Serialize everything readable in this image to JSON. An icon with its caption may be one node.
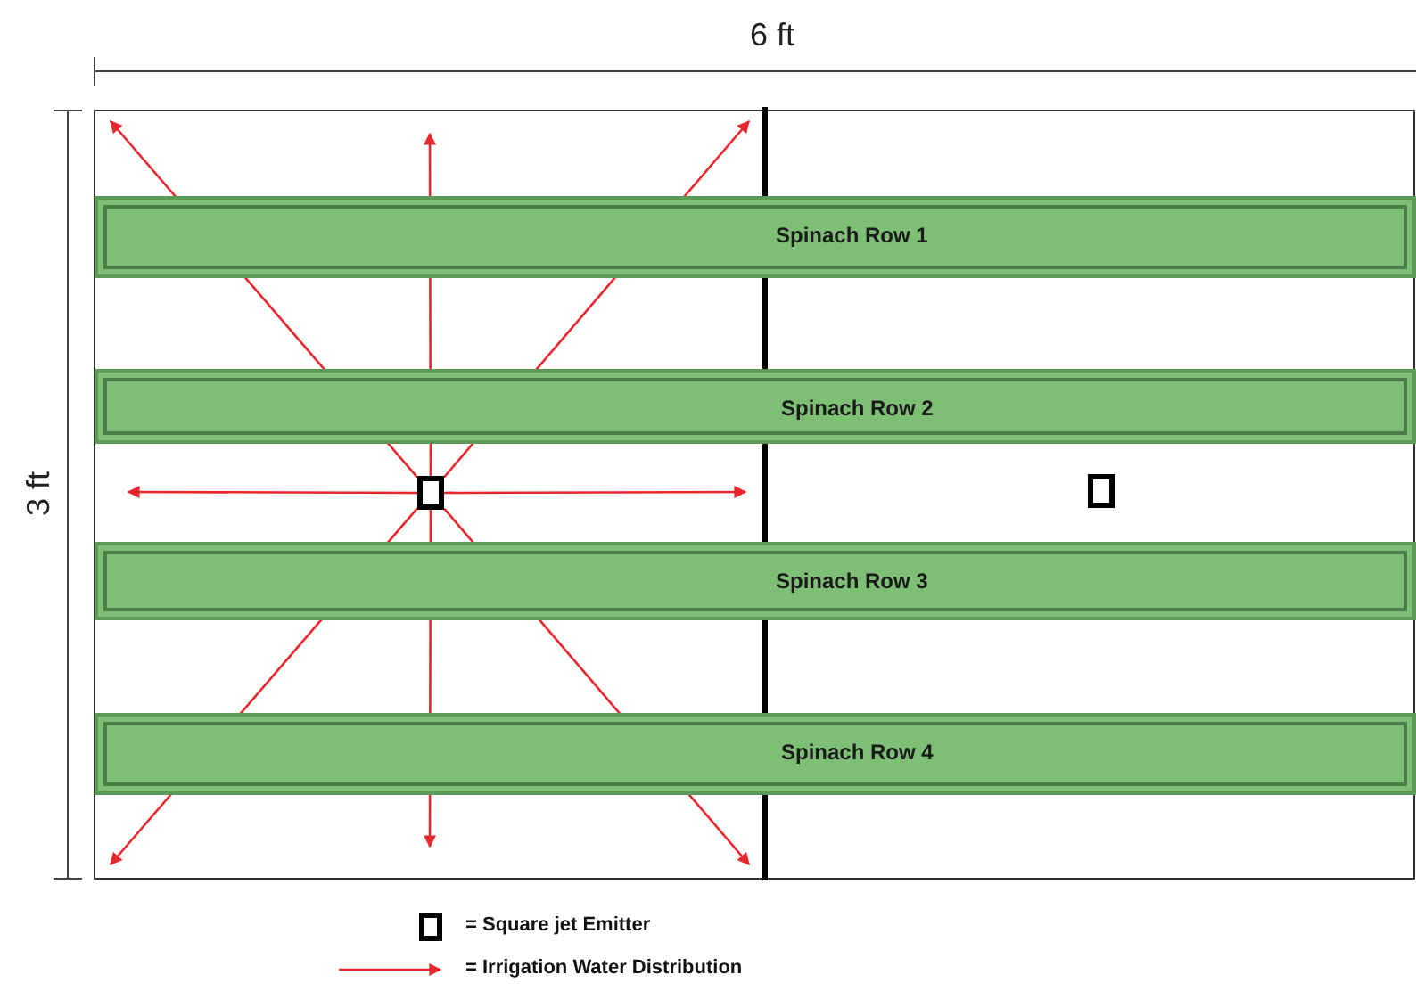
{
  "diagram": {
    "nodes": [
      {
        "text": [
          "Spinach Row 1"
        ]
      },
      {
        "text": [
          "Spinach Row 2"
        ]
      },
      {
        "text": [
          "Spinach Row 3"
        ]
      },
      {
        "text": [
          "Spinach Row 4"
        ]
      },
      {
        "text": [],
        "shape": "box"
      },
      {
        "text": [],
        "shape": "box"
      }
    ],
    "edges": [
      {
        "from": 4,
        "to": null,
        "arrow": "to"
      },
      {
        "from": 4,
        "to": null,
        "arrow": "to"
      },
      {
        "from": 4,
        "to": null,
        "arrow": "to"
      },
      {
        "from": 4,
        "to": null,
        "arrow": "to"
      },
      {
        "from": 4,
        "to": null,
        "arrow": "to"
      },
      {
        "from": 4,
        "to": null,
        "arrow": "to"
      },
      {
        "from": 4,
        "to": null,
        "arrow": "to"
      },
      {
        "from": 4,
        "to": null,
        "arrow": "to"
      }
    ],
    "labels": [
      "6 ft",
      "3 ft"
    ],
    "legend": [
      {
        "text": "= Square jet Emitter"
      },
      {
        "text": "= Irrigation Water Distribution"
      }
    ]
  }
}
